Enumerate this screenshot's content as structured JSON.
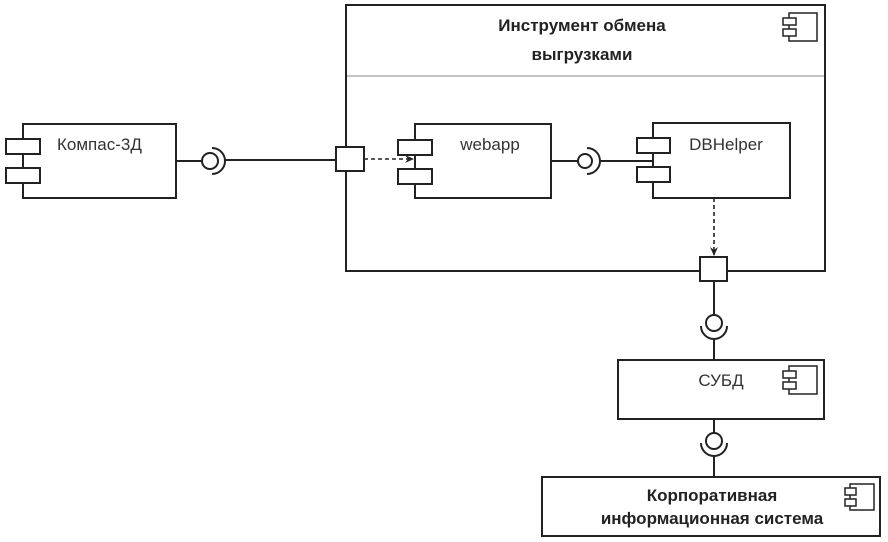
{
  "diagram": {
    "type": "UML component diagram",
    "container": {
      "title_line1": "Инструмент обмена",
      "title_line2": "выгрузками"
    },
    "components": {
      "kompas": {
        "label": "Компас-3Д"
      },
      "webapp": {
        "label": "webapp"
      },
      "dbhelper": {
        "label": "DBHelper"
      },
      "subd": {
        "label": "СУБД"
      },
      "kis": {
        "label_line1": "Корпоративная",
        "label_line2": "информационная система"
      }
    },
    "connections": [
      {
        "from": "Компас-3Д",
        "to": "port-left",
        "kind": "required-interface"
      },
      {
        "from": "port-left",
        "to": "webapp",
        "kind": "dependency-dashed"
      },
      {
        "from": "webapp",
        "to": "DBHelper",
        "kind": "provided-required-interface"
      },
      {
        "from": "DBHelper",
        "to": "port-bottom",
        "kind": "dependency-dashed"
      },
      {
        "from": "port-bottom",
        "to": "СУБД",
        "kind": "required-interface"
      },
      {
        "from": "СУБД",
        "to": "Корпоративная информационная система",
        "kind": "required-interface"
      }
    ]
  }
}
